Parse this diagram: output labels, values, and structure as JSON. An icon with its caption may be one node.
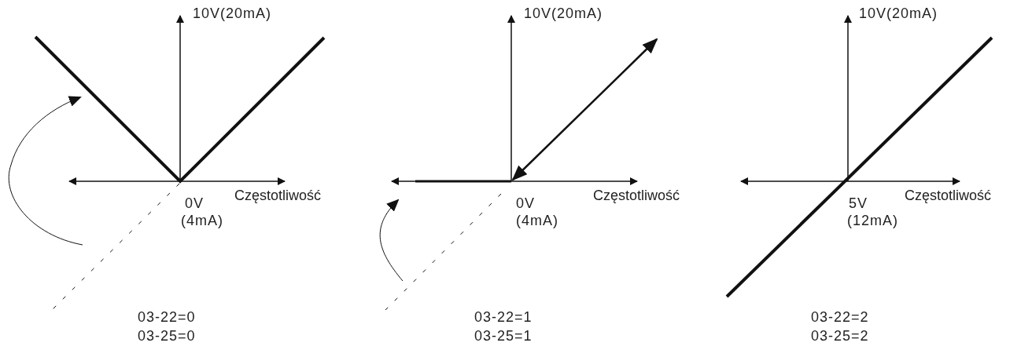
{
  "diagram": {
    "labels": [
      "10V(20mA)",
      "0V",
      "(4mA)",
      "Częstotliwość",
      "03-22=0",
      "03-25=0",
      "10V(20mA)",
      "0V",
      "(4mA)",
      "Częstotliwość",
      "03-22=1",
      "03-25=1",
      "10V(20mA)",
      "5V",
      "(12mA)",
      "Częstotliwość",
      "03-22=2",
      "03-25=2"
    ]
  }
}
